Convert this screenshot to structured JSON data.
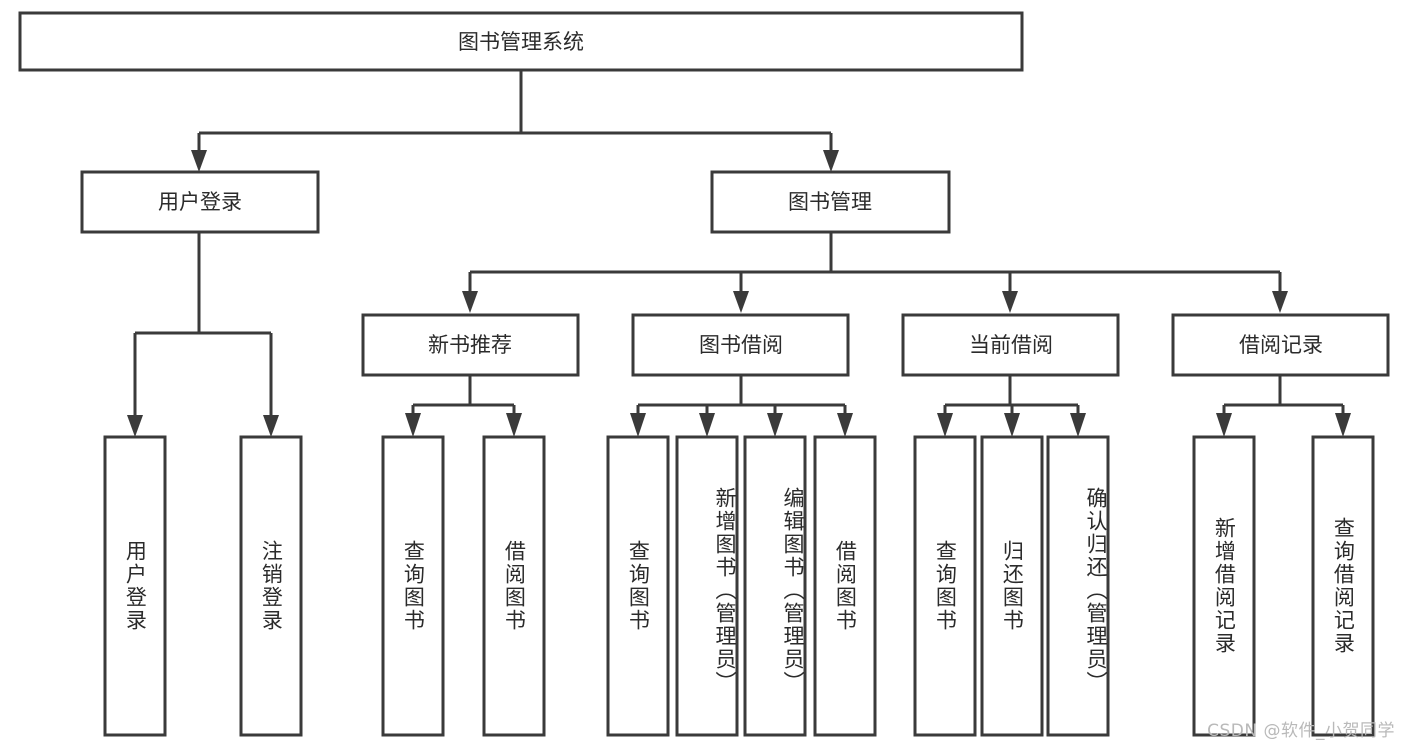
{
  "diagram": {
    "title": "图书管理系统",
    "watermark": "CSDN @软件_小贺同学",
    "root": {
      "label": "图书管理系统"
    },
    "level1": [
      {
        "label": "用户登录"
      },
      {
        "label": "图书管理"
      }
    ],
    "level2": [
      {
        "label": "新书推荐"
      },
      {
        "label": "图书借阅"
      },
      {
        "label": "当前借阅"
      },
      {
        "label": "借阅记录"
      }
    ],
    "leaves": {
      "user_login": [
        {
          "label": "用户登录"
        },
        {
          "label": "注销登录"
        }
      ],
      "new_book_recommend": [
        {
          "label": "查询图书"
        },
        {
          "label": "借阅图书"
        }
      ],
      "book_borrow": [
        {
          "label": "查询图书"
        },
        {
          "label": "新增图书（管理员）"
        },
        {
          "label": "编辑图书（管理员）"
        },
        {
          "label": "借阅图书"
        }
      ],
      "current_borrow": [
        {
          "label": "查询图书"
        },
        {
          "label": "归还图书"
        },
        {
          "label": "确认归还（管理员）"
        }
      ],
      "borrow_record": [
        {
          "label": "新增借阅记录"
        },
        {
          "label": "查询借阅记录"
        }
      ]
    },
    "colors": {
      "stroke": "#3a3a3a",
      "fill": "#ffffff",
      "text": "#2b2b2b",
      "watermark": "#b9b9b9"
    }
  }
}
